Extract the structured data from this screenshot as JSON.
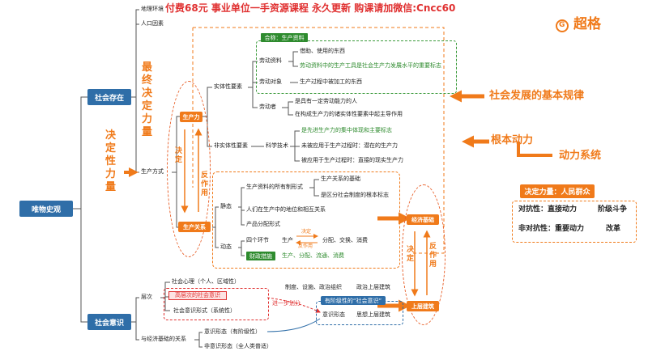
{
  "banner": "付费68元 事业单位一手资源课程 永久更新 购课请加微信:Cncc60",
  "brand": {
    "name": "超格",
    "logo_glyph": "G"
  },
  "root": "唯物史观",
  "branches": {
    "existence": "社会存在",
    "consciousness": "社会意识"
  },
  "existence_items": {
    "geo": "地理环境",
    "population": "人口因素",
    "mode": "生产方式"
  },
  "vertical_labels": {
    "final_decisive": "最终决定力量",
    "decisive": "决定性力量",
    "decide_left": "决定",
    "react_left": "反作用",
    "decide_right": "决定",
    "react_right": "反作用"
  },
  "nodes": {
    "productivity": "生产力",
    "relations": "生产关系",
    "economic_base": "经济基础",
    "superstructure": "上层建筑"
  },
  "productivity_tree": {
    "real_elements": "实体性要素",
    "nonreal_elements": "非实体性要素",
    "sci_tech": "科学技术",
    "means_header": "合称：生产资料",
    "labor_tools": "劳动资料",
    "labor_object": "劳动对象",
    "laborer": "劳动者",
    "tools_1": "借助、使用的东西",
    "tools_2": "劳动资料中的生产工具是社会生产力发展水平的重要标志",
    "object_1": "生产过程中被加工的东西",
    "laborer_1": "是具有一定劳动能力的人",
    "laborer_2": "在构成生产力的诸实体性要素中起主导作用",
    "sci_1": "是先进生产力的集中体现和主要标志",
    "sci_2": "未被应用于生产过程时：潜在的生产力",
    "sci_3": "被应用于生产过程时：直接的现实生产力"
  },
  "relations_tree": {
    "static": "静态",
    "dynamic": "动态",
    "ownership": "生产资料的所有制形式",
    "own_1": "生产关系的基础",
    "own_2": "是区分社会制度的根本标志",
    "position": "人们在生产中的地位和相互关系",
    "distribution": "产品分配形式",
    "four_links": "四个环节",
    "prod": "生产",
    "decide_small": "决定",
    "react_small": "反作用",
    "others": "分配、交换、消费",
    "fiscal_box": "财政措施",
    "fiscal_list": "生产、分配、流通、消费"
  },
  "right_side": {
    "basic_law": "社会发展的基本规律",
    "fundamental_force": "根本动力",
    "power_system": "动力系统",
    "decisive_force": "决定力量：人民群众",
    "antagonistic": "对抗性：直接动力",
    "class_struggle": "阶级斗争",
    "non_antagonistic": "非对抗性：重要动力",
    "reform": "改革"
  },
  "consciousness_tree": {
    "level": "层次",
    "psychology": "社会心理（个人、区域性）",
    "higher": "高层次的社会意识",
    "ideology_forms": "社会意识形式（系统性）",
    "further": "进一步划分",
    "class_header": "有阶级性的“社会意识”",
    "systems": "制度、设施、政治组织",
    "political_super": "政治上层建筑",
    "ideology": "意识形态",
    "thought_super": "思想上层建筑",
    "relation_eco": "与经济基础的关系",
    "ideo_class": "意识形态（有阶级性）",
    "non_ideo": "非意识形态（全人类普适）"
  },
  "colors": {
    "accent_orange": "#f07a1a",
    "root_blue": "#2f6ea8",
    "green": "#2e8b2e",
    "red_text": "#e03030"
  }
}
